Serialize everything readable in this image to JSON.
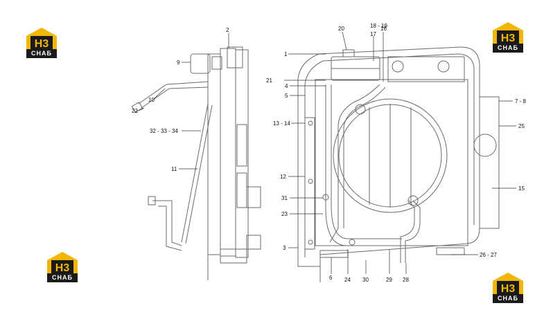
{
  "logo": {
    "text": "СНАБ",
    "accent_color": "#f2b705",
    "dark_color": "#1a1a1a"
  },
  "part_labels": [
    {
      "id": "p1",
      "text": "1"
    },
    {
      "id": "p2",
      "text": "2"
    },
    {
      "id": "p3",
      "text": "3"
    },
    {
      "id": "p4",
      "text": "4"
    },
    {
      "id": "p5",
      "text": "5"
    },
    {
      "id": "p6",
      "text": "6"
    },
    {
      "id": "p7",
      "text": "7 - 8"
    },
    {
      "id": "p9",
      "text": "9"
    },
    {
      "id": "p10",
      "text": "10"
    },
    {
      "id": "p11",
      "text": "11"
    },
    {
      "id": "p12",
      "text": "12"
    },
    {
      "id": "p13",
      "text": "13 - 14"
    },
    {
      "id": "p15",
      "text": "15"
    },
    {
      "id": "p16",
      "text": "16"
    },
    {
      "id": "p17",
      "text": "17"
    },
    {
      "id": "p18",
      "text": "18 - 19"
    },
    {
      "id": "p20",
      "text": "20"
    },
    {
      "id": "p21",
      "text": "21"
    },
    {
      "id": "p22",
      "text": "22"
    },
    {
      "id": "p23",
      "text": "23"
    },
    {
      "id": "p24",
      "text": "24"
    },
    {
      "id": "p25",
      "text": "25"
    },
    {
      "id": "p26",
      "text": "26 - 27"
    },
    {
      "id": "p28",
      "text": "28"
    },
    {
      "id": "p29",
      "text": "29"
    },
    {
      "id": "p30",
      "text": "30"
    },
    {
      "id": "p31",
      "text": "31"
    },
    {
      "id": "p32",
      "text": "32 - 33 - 34"
    }
  ],
  "colors": {
    "line": "#6a6a6a",
    "leader": "#c0392b",
    "text": "#111111"
  }
}
